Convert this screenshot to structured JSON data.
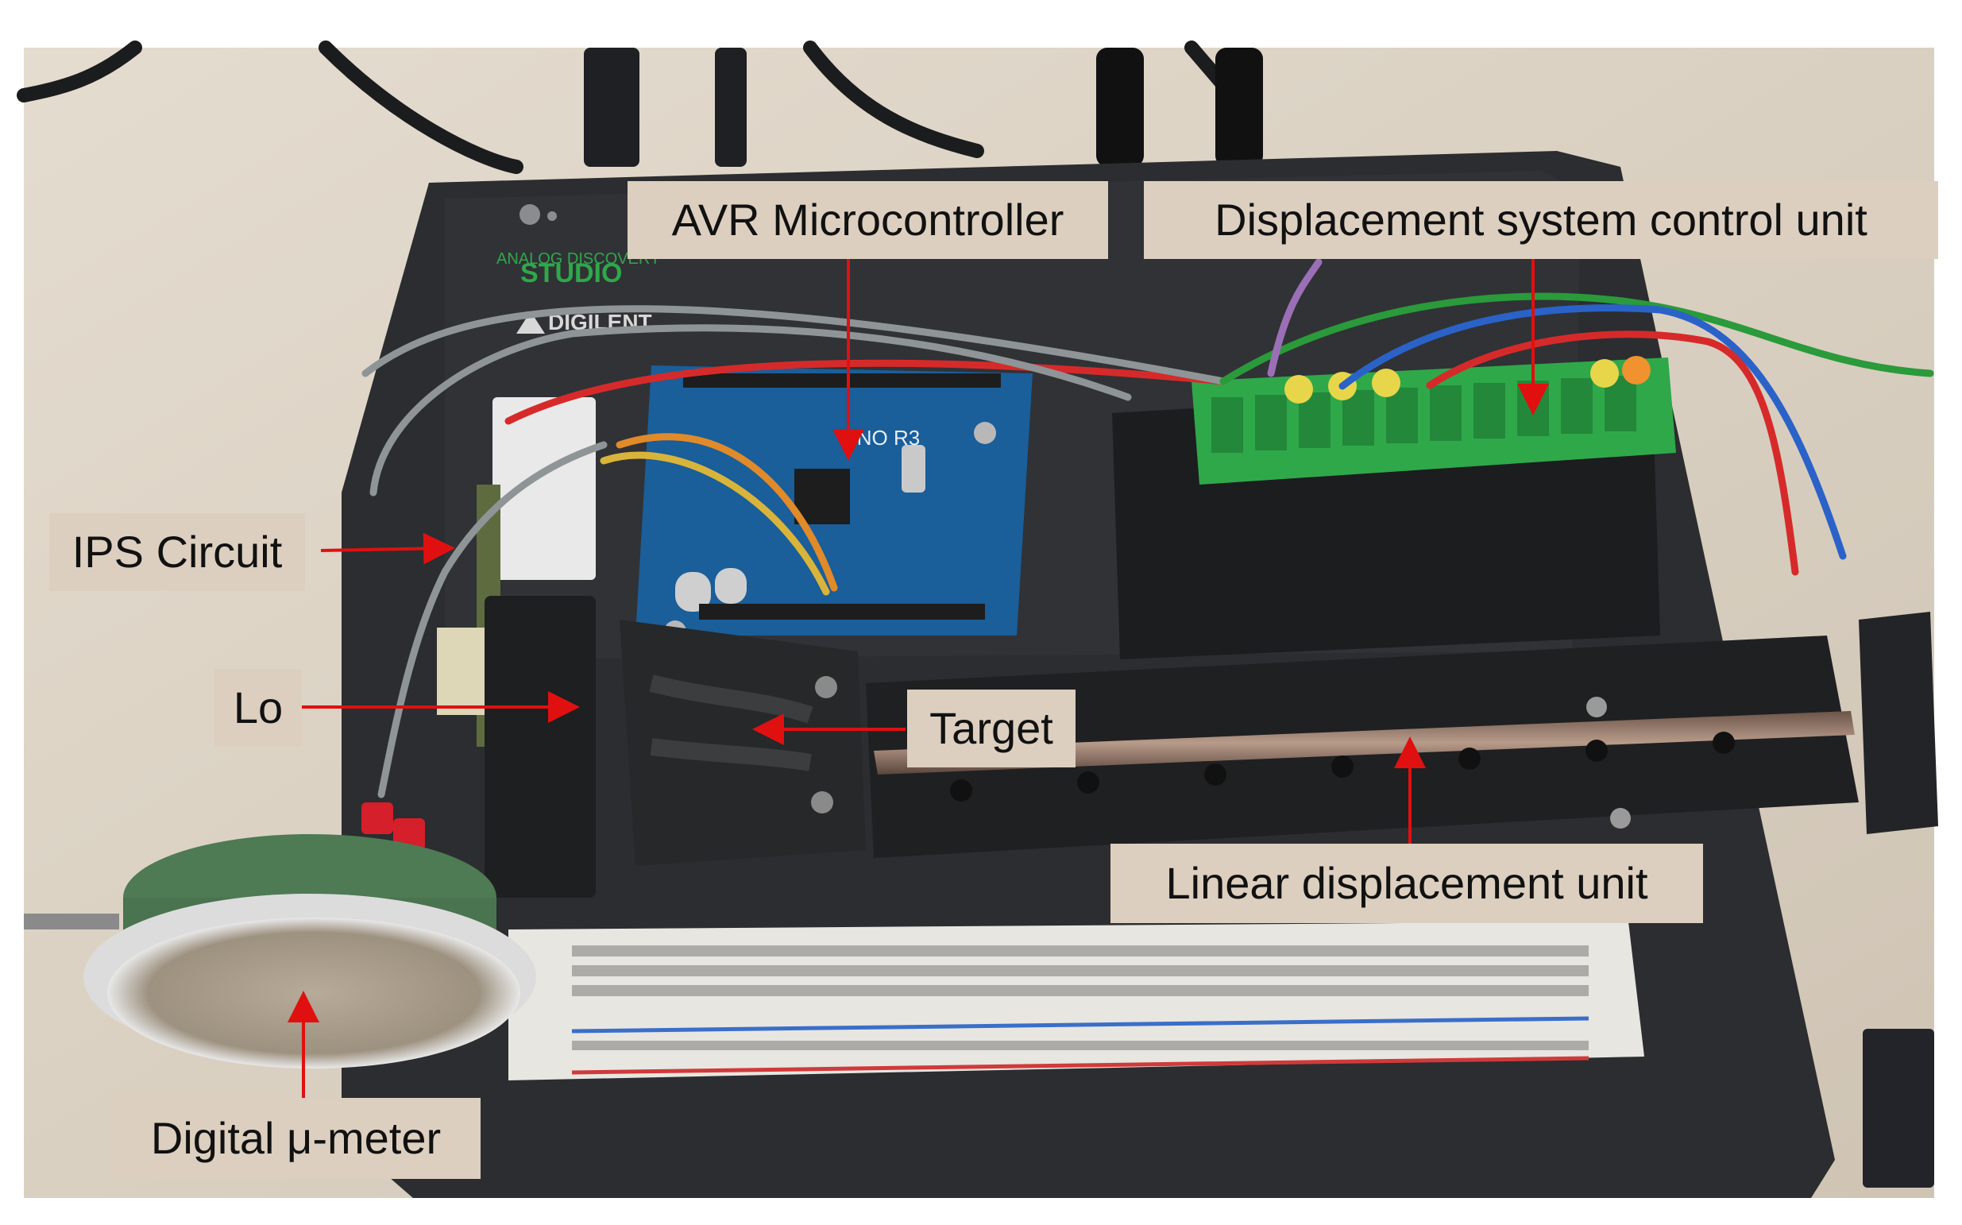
{
  "figure": {
    "labels": {
      "avr": "AVR Microcontroller",
      "displacement_control": "Displacement system control unit",
      "ips_circuit": "IPS Circuit",
      "lo": "Lo",
      "target": "Target",
      "linear_unit": "Linear displacement unit",
      "micrometer": "Digital μ-meter"
    },
    "board_text": {
      "uno": "UNO R3",
      "digilent": "DIGILENT",
      "studio": "STUDIO",
      "analog": "ANALOG DISCOVERY"
    },
    "colors": {
      "annotation_arrow": "#e01010",
      "label_background": "#dccfbf",
      "arduino_board": "#1a5e9a",
      "terminal_block": "#2fa84a",
      "desk": "#d9cfc1",
      "housing": "#2b2d30"
    }
  }
}
